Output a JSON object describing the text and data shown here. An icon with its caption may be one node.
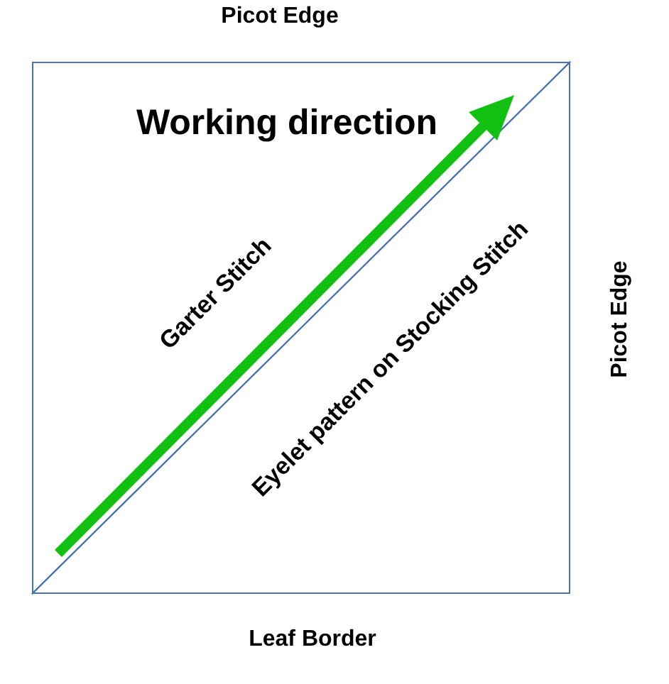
{
  "diagram": {
    "nodes": [
      {
        "text": [
          "Garter Stitch"
        ]
      },
      {
        "text": [
          "Eyelet pattern on Stocking Stitch"
        ]
      }
    ],
    "labels": [
      "Picot Edge",
      "Working direction",
      "Picot Edge",
      "Leaf Border"
    ]
  }
}
